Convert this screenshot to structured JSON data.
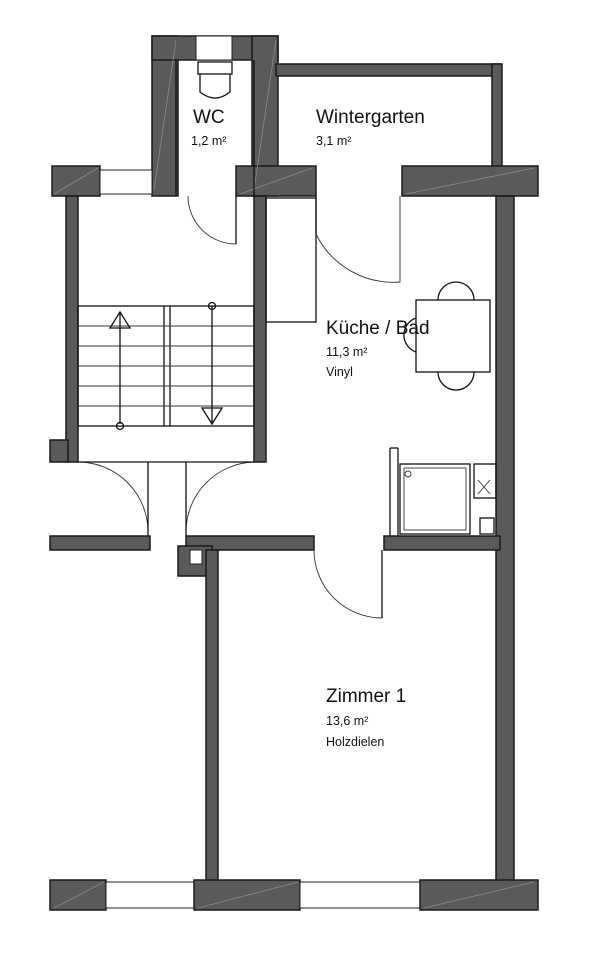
{
  "rooms": {
    "wc": {
      "name": "WC",
      "area": "1,2 m²"
    },
    "wintergarten": {
      "name": "Wintergarten",
      "area": "3,1 m²"
    },
    "kueche_bad": {
      "name": "Küche / Bad",
      "area": "11,3 m²",
      "floor": "Vinyl"
    },
    "zimmer1": {
      "name": "Zimmer 1",
      "area": "13,6 m²",
      "floor": "Holzdielen"
    }
  },
  "colors": {
    "wall": "#5a5a5a",
    "line": "#111111"
  }
}
